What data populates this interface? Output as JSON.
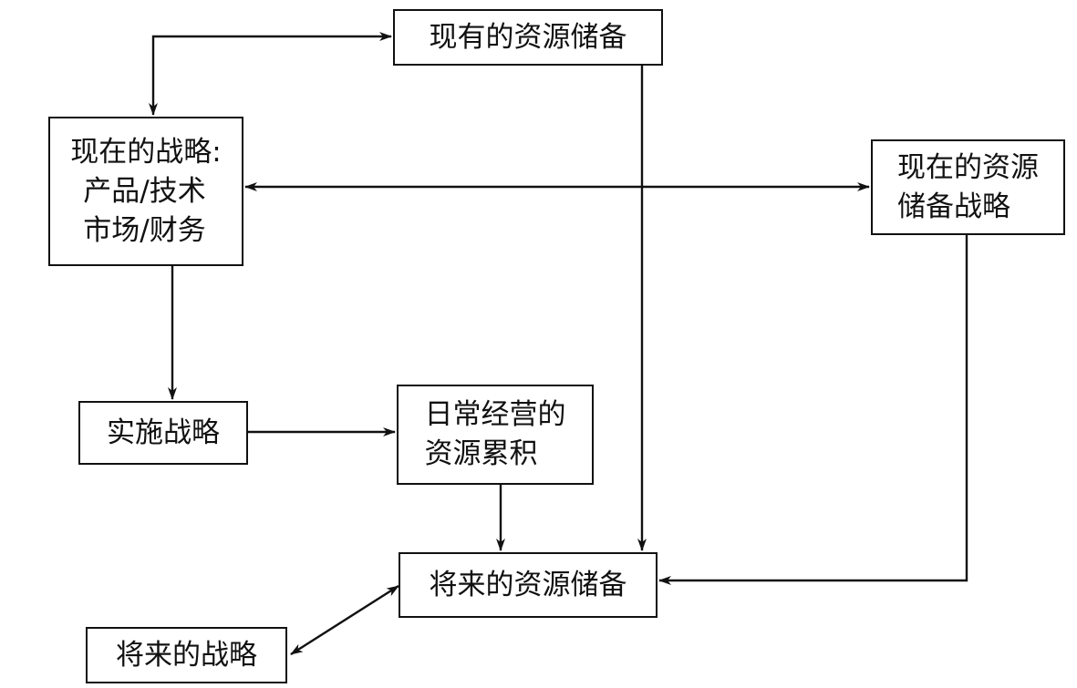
{
  "diagram": {
    "nodes": {
      "current_reserve": {
        "lines": [
          "现有的资源储备"
        ]
      },
      "current_strategy": {
        "lines": [
          "现在的战略:",
          "产品/技术",
          "市场/财务"
        ]
      },
      "reserve_strategy": {
        "lines": [
          "现在的资源",
          "储备战略"
        ]
      },
      "implement": {
        "lines": [
          "实施战略"
        ]
      },
      "daily_accum": {
        "lines": [
          "日常经营的",
          "资源累积"
        ]
      },
      "future_reserve": {
        "lines": [
          "将来的资源储备"
        ]
      },
      "future_strategy": {
        "lines": [
          "将来的战略"
        ]
      }
    },
    "edges": [
      {
        "from": "current_strategy",
        "to": "current_reserve",
        "bidirectional": true
      },
      {
        "from": "current_strategy",
        "to": "reserve_strategy",
        "bidirectional": true
      },
      {
        "from": "current_strategy",
        "to": "implement",
        "bidirectional": false
      },
      {
        "from": "implement",
        "to": "daily_accum",
        "bidirectional": false
      },
      {
        "from": "daily_accum",
        "to": "future_reserve",
        "bidirectional": false
      },
      {
        "from": "current_reserve",
        "to": "future_reserve",
        "bidirectional": false
      },
      {
        "from": "reserve_strategy",
        "to": "future_reserve",
        "bidirectional": false
      },
      {
        "from": "future_strategy",
        "to": "future_reserve",
        "bidirectional": true
      }
    ]
  }
}
